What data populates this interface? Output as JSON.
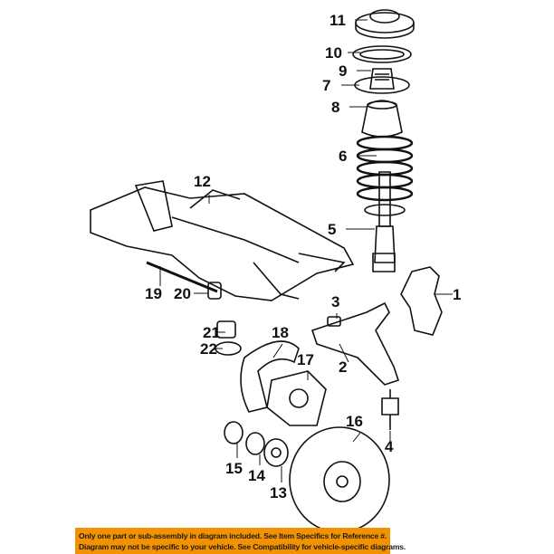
{
  "callouts": [
    "1",
    "2",
    "3",
    "4",
    "5",
    "6",
    "7",
    "8",
    "9",
    "10",
    "11",
    "12",
    "13",
    "14",
    "15",
    "16",
    "17",
    "18",
    "19",
    "20",
    "21",
    "22"
  ],
  "banner": {
    "line1": "Only one part or sub-assembly in diagram included. See Item Specifics for Reference #.",
    "line2": "Diagram may not be specific to your vehicle. See Compatibility for vehicle-specific diagrams."
  },
  "colors": {
    "banner": "#f39200",
    "ink": "#111111"
  }
}
